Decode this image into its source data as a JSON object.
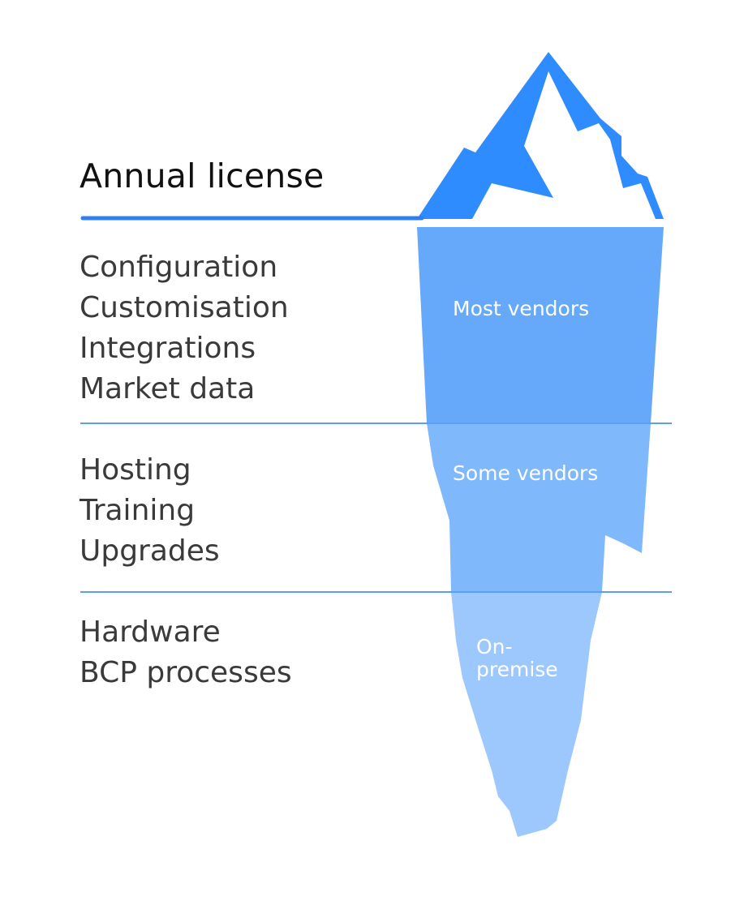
{
  "above_water": {
    "title": "Annual license"
  },
  "groups": [
    {
      "items": [
        "Configuration",
        "Customisation",
        "Integrations",
        "Market data"
      ],
      "tier_label": "Most vendors"
    },
    {
      "items": [
        "Hosting",
        "Training",
        "Upgrades"
      ],
      "tier_label": "Some vendors"
    },
    {
      "items": [
        "Hardware",
        "BCP processes"
      ],
      "tier_label_line1": "On-",
      "tier_label_line2": "premise"
    }
  ],
  "colors": {
    "tip": "#2f8cff",
    "waterline": "#2f7ff0",
    "tier_1": "#66a9fb",
    "tier_2": "#80b8fc",
    "tier_3": "#9cc8fd",
    "divider": "#5c9ff0"
  }
}
